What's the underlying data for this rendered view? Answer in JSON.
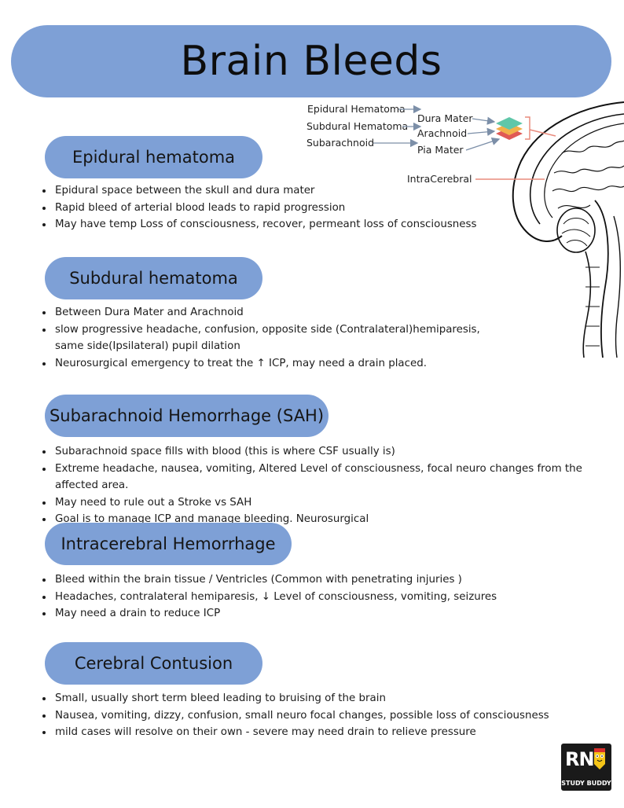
{
  "title": "Brain Bleeds",
  "sections": [
    {
      "heading": "Epidural hematoma",
      "bullets": [
        "Epidural space between the skull and dura mater",
        "Rapid bleed of arterial blood leads to rapid progression",
        "May have temp Loss of consciousness, recover, permeant loss of consciousness"
      ]
    },
    {
      "heading": "Subdural hematoma",
      "bullets": [
        "Between Dura Mater and Arachnoid",
        "slow progressive headache, confusion,  opposite side (Contralateral)hemiparesis, same side(Ipsilateral) pupil dilation",
        "Neurosurgical emergency  to treat the ↑ ICP, may need a drain placed."
      ]
    },
    {
      "heading": "Subarachnoid Hemorrhage (SAH)",
      "bullets": [
        "Subarachnoid space fills with blood (this is where CSF usually is)",
        "Extreme headache, nausea, vomiting, Altered Level of consciousness, focal neuro changes from the affected area.",
        "May need to rule out a Stroke vs SAH",
        "Goal is to manage ICP and manage bleeding. Neurosurgical"
      ]
    },
    {
      "heading": "Intracerebral Hemorrhage",
      "bullets": [
        "Bleed within the brain tissue / Ventricles (Common with penetrating injuries )",
        "Headaches, contralateral hemiparesis,  ↓ Level of consciousness,  vomiting, seizures",
        "May need a drain to reduce ICP"
      ]
    },
    {
      "heading": "Cerebral Contusion",
      "bullets": [
        "Small, usually short term bleed leading to bruising of the brain",
        "Nausea, vomiting, dizzy, confusion, small neuro focal changes, possible loss of consciousness",
        "mild cases will resolve on their own - severe may need drain to relieve pressure"
      ]
    }
  ],
  "diagram": {
    "left_labels": [
      "Epidural Hematoma",
      "Subdural Hematoma",
      "Subarachnoid"
    ],
    "layer_labels": [
      "Dura Mater",
      "Arachnoid",
      "Pia Mater"
    ],
    "intracerebral_label": "IntraCerebral",
    "colors": {
      "dura": "#5fc7a9",
      "arachnoid": "#f2b04a",
      "pia": "#e05a55",
      "arrow": "#7c8fa8",
      "pointer": "#e98b7d"
    }
  },
  "logo": {
    "mark": "RN",
    "text": "STUDY BUDDY"
  },
  "colors": {
    "banner": "#7ea0d6"
  }
}
